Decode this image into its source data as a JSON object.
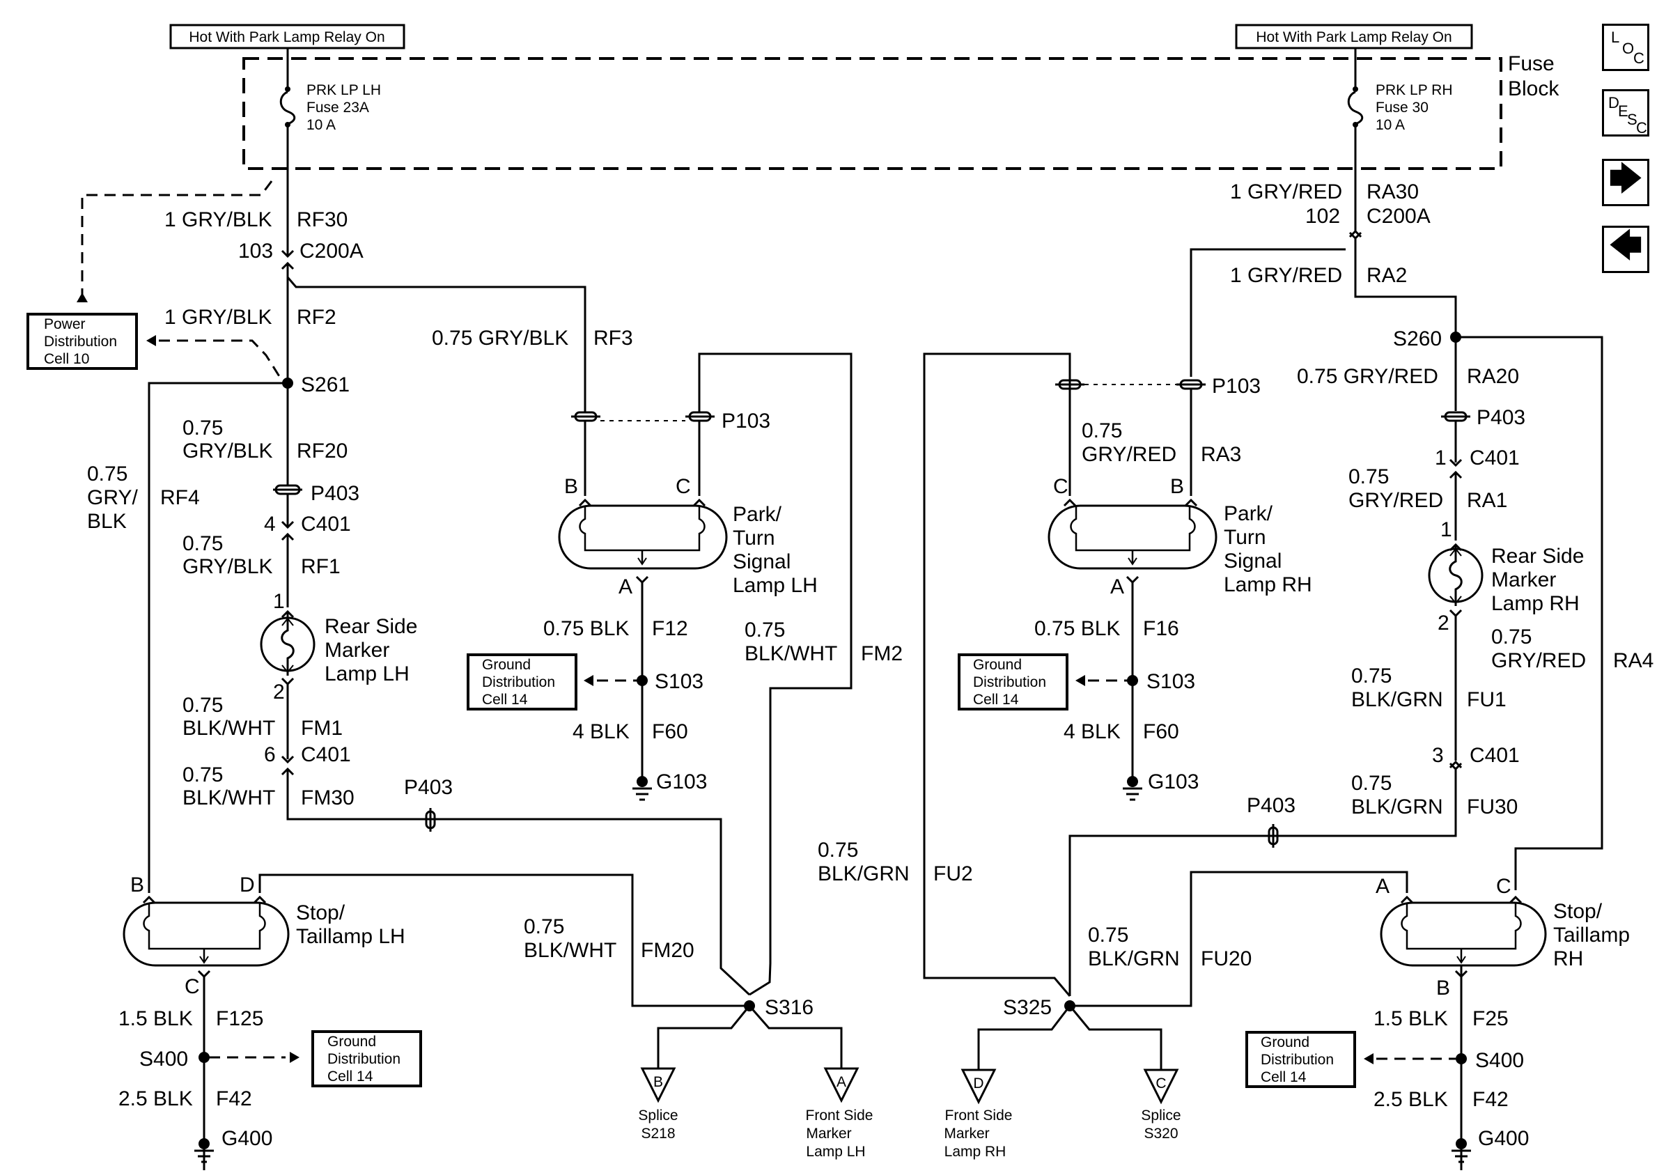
{
  "header": {
    "hot_left": "Hot With Park Lamp Relay On",
    "hot_right": "Hot With Park Lamp Relay On",
    "fuse_block": [
      "Fuse",
      "Block"
    ]
  },
  "nav": {
    "loc": [
      "L",
      "O",
      "C"
    ],
    "desc": [
      "D",
      "E",
      "S",
      "C"
    ],
    "next": "🡆",
    "prev": "🡄"
  },
  "fuses": {
    "lh": [
      "PRK LP LH",
      "Fuse 23A",
      "10 A"
    ],
    "rh": [
      "PRK LP RH",
      "Fuse 30",
      "10 A"
    ]
  },
  "refs": {
    "power": [
      "Power",
      "Distribution",
      "Cell 10"
    ],
    "ground": [
      "Ground",
      "Distribution",
      "Cell 14"
    ]
  },
  "lamps": {
    "park_lh": [
      "Park/",
      "Turn",
      "Signal",
      "Lamp LH"
    ],
    "park_rh": [
      "Park/",
      "Turn",
      "Signal",
      "Lamp RH"
    ],
    "marker_lh": [
      "Rear Side",
      "Marker",
      "Lamp LH"
    ],
    "marker_rh": [
      "Rear Side",
      "Marker",
      "Lamp RH"
    ],
    "stop_lh": [
      "Stop/",
      "Taillamp LH"
    ],
    "stop_rh": [
      "Stop/",
      "Taillamp",
      "RH"
    ]
  },
  "offpage": {
    "splice_s218": [
      "Splice",
      "S218"
    ],
    "front_marker_lh": [
      "Front Side",
      "Marker",
      "Lamp LH"
    ],
    "front_marker_rh": [
      "Front Side",
      "Marker",
      "Lamp RH"
    ],
    "splice_s320": [
      "Splice",
      "S320"
    ],
    "letters": {
      "s218": "B",
      "fmlh": "A",
      "fmrh": "D",
      "s320": "C"
    }
  },
  "labels": {
    "l_grayblk_rf30": "1 GRY/BLK",
    "l_rf30": "RF30",
    "l_103": "103",
    "l_c200a": "C200A",
    "l_grayblk_rf2": "1 GRY/BLK",
    "l_rf2": "RF2",
    "l_s261": "S261",
    "l_075_a": "0.75",
    "l_grayblk_rf20": "GRY/BLK",
    "l_rf20": "RF20",
    "l_p403_a": "P403",
    "l_4": "4",
    "l_c401_a": "C401",
    "l_075_b": "0.75",
    "l_grayblk_rf1": "GRY/BLK",
    "l_rf1": "RF1",
    "l_1_a": "1",
    "l_2_a": "2",
    "l_075_c": "0.75",
    "l_blkwht_fm1": "BLK/WHT",
    "l_fm1": "FM1",
    "l_6": "6",
    "l_c401_b": "C401",
    "l_075_d": "0.75",
    "l_blkwht_fm30": "BLK/WHT",
    "l_fm30": "FM30",
    "l_p403_b": "P403",
    "l_075_rf4": "0.75",
    "l_gry_rf4": "GRY/",
    "l_blk_rf4": "BLK",
    "l_rf4": "RF4",
    "l_b_slh": "B",
    "l_d_slh": "D",
    "l_c_slh": "C",
    "l_15blk": "1.5 BLK",
    "l_f125": "F125",
    "l_s400_l": "S400",
    "l_25blk_l": "2.5 BLK",
    "l_f42_l": "F42",
    "l_g400_l": "G400",
    "l_075grayblk_rf3": "0.75 GRY/BLK",
    "l_rf3": "RF3",
    "l_p103_l": "P103",
    "l_b_plh": "B",
    "l_c_plh": "C",
    "l_a_plh": "A",
    "l_075blk_f12": "0.75 BLK",
    "l_f12": "F12",
    "l_s103_l": "S103",
    "l_4blk_l": "4 BLK",
    "l_f60_l": "F60",
    "l_g103_l": "G103",
    "l_075_fm2": "0.75",
    "l_blkwht_fm2": "BLK/WHT",
    "l_fm2": "FM2",
    "l_075_fm20": "0.75",
    "l_blkwht_fm20": "BLK/WHT",
    "l_fm20": "FM20",
    "l_s316": "S316",
    "l_075_fu2": "0.75",
    "l_blkgrn_fu2": "BLK/GRN",
    "l_fu2": "FU2",
    "l_grayred_ra30": "1 GRY/RED",
    "l_ra30": "RA30",
    "l_102": "102",
    "l_c200a_r": "C200A",
    "l_grayred_ra2": "1 GRY/RED",
    "l_ra2": "RA2",
    "l_s260": "S260",
    "l_075grayred_ra20": "0.75 GRY/RED",
    "l_ra20": "RA20",
    "l_p103_r": "P103",
    "l_p403_r": "P403",
    "l_1_r": "1",
    "l_c401_r": "C401",
    "l_075_ra3": "0.75",
    "l_grayred_ra3": "GRY/RED",
    "l_ra3": "RA3",
    "l_075_ra1": "0.75",
    "l_grayred_ra1": "GRY/RED",
    "l_ra1": "RA1",
    "l_1_r2": "1",
    "l_c_prh": "C",
    "l_b_prh": "B",
    "l_a_prh": "A",
    "l_075blk_f16": "0.75 BLK",
    "l_f16": "F16",
    "l_s103_r": "S103",
    "l_4blk_r": "4 BLK",
    "l_f60_r": "F60",
    "l_g103_r": "G103",
    "l_2_r": "2",
    "l_075_ra4": "0.75",
    "l_grayred_ra4": "GRY/RED",
    "l_ra4": "RA4",
    "l_075_fu1": "0.75",
    "l_blkgrn_fu1": "BLK/GRN",
    "l_fu1": "FU1",
    "l_3": "3",
    "l_c401_r2": "C401",
    "l_075_fu30": "0.75",
    "l_blkgrn_fu30": "BLK/GRN",
    "l_fu30": "FU30",
    "l_p403_r2": "P403",
    "l_075_fu20": "0.75",
    "l_blkgrn_fu20": "BLK/GRN",
    "l_fu20": "FU20",
    "l_s325": "S325",
    "l_a_srh": "A",
    "l_c_srh": "C",
    "l_b_srh": "B",
    "l_15blk_r": "1.5 BLK",
    "l_f25": "F25",
    "l_s400_r": "S400",
    "l_25blk_r": "2.5 BLK",
    "l_f42_r": "F42",
    "l_g400_r": "G400"
  }
}
